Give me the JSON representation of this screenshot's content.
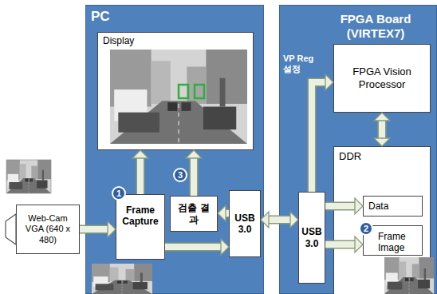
{
  "diagram": {
    "nodes": [
      {
        "text": [
          "PC"
        ]
      },
      {
        "text": [
          "Display"
        ],
        "in": 0
      },
      {
        "text": [
          "Frame Capture"
        ],
        "in": 0
      },
      {
        "text": [
          "검출 결과"
        ],
        "in": 0
      },
      {
        "text": [
          "USB 3.0"
        ],
        "in": 0
      },
      {
        "text": [
          "FPGA Board (VIRTEX7)"
        ]
      },
      {
        "text": [
          "FPGA Vision Processor"
        ],
        "in": 5
      },
      {
        "text": [
          "DDR"
        ],
        "in": 5
      },
      {
        "text": [
          "Data"
        ],
        "in": 7
      },
      {
        "text": [
          "Frame Image"
        ],
        "in": 7
      },
      {
        "text": [
          "USB 3.0"
        ],
        "in": 5
      },
      {
        "text": [
          "Web-Cam VGA (640 x 480)"
        ]
      }
    ],
    "edges": [
      {
        "from": 11,
        "to": 2,
        "arrow": "to"
      },
      {
        "from": 2,
        "to": 1,
        "arrow": "to"
      },
      {
        "from": 3,
        "to": 1,
        "arrow": "to"
      },
      {
        "from": 2,
        "to": 4,
        "arrow": "to"
      },
      {
        "from": 4,
        "to": 3,
        "arrow": "to"
      },
      {
        "from": 4,
        "to": 10,
        "arrow": "both"
      },
      {
        "from": 10,
        "to": 6,
        "label": "VP Reg 설정",
        "arrow": "to"
      },
      {
        "from": 6,
        "to": 7,
        "arrow": "both"
      },
      {
        "from": 10,
        "to": 8,
        "arrow": "to"
      },
      {
        "from": 10,
        "to": 9,
        "arrow": "to"
      }
    ],
    "labels": [
      "1",
      "2",
      "3"
    ]
  }
}
